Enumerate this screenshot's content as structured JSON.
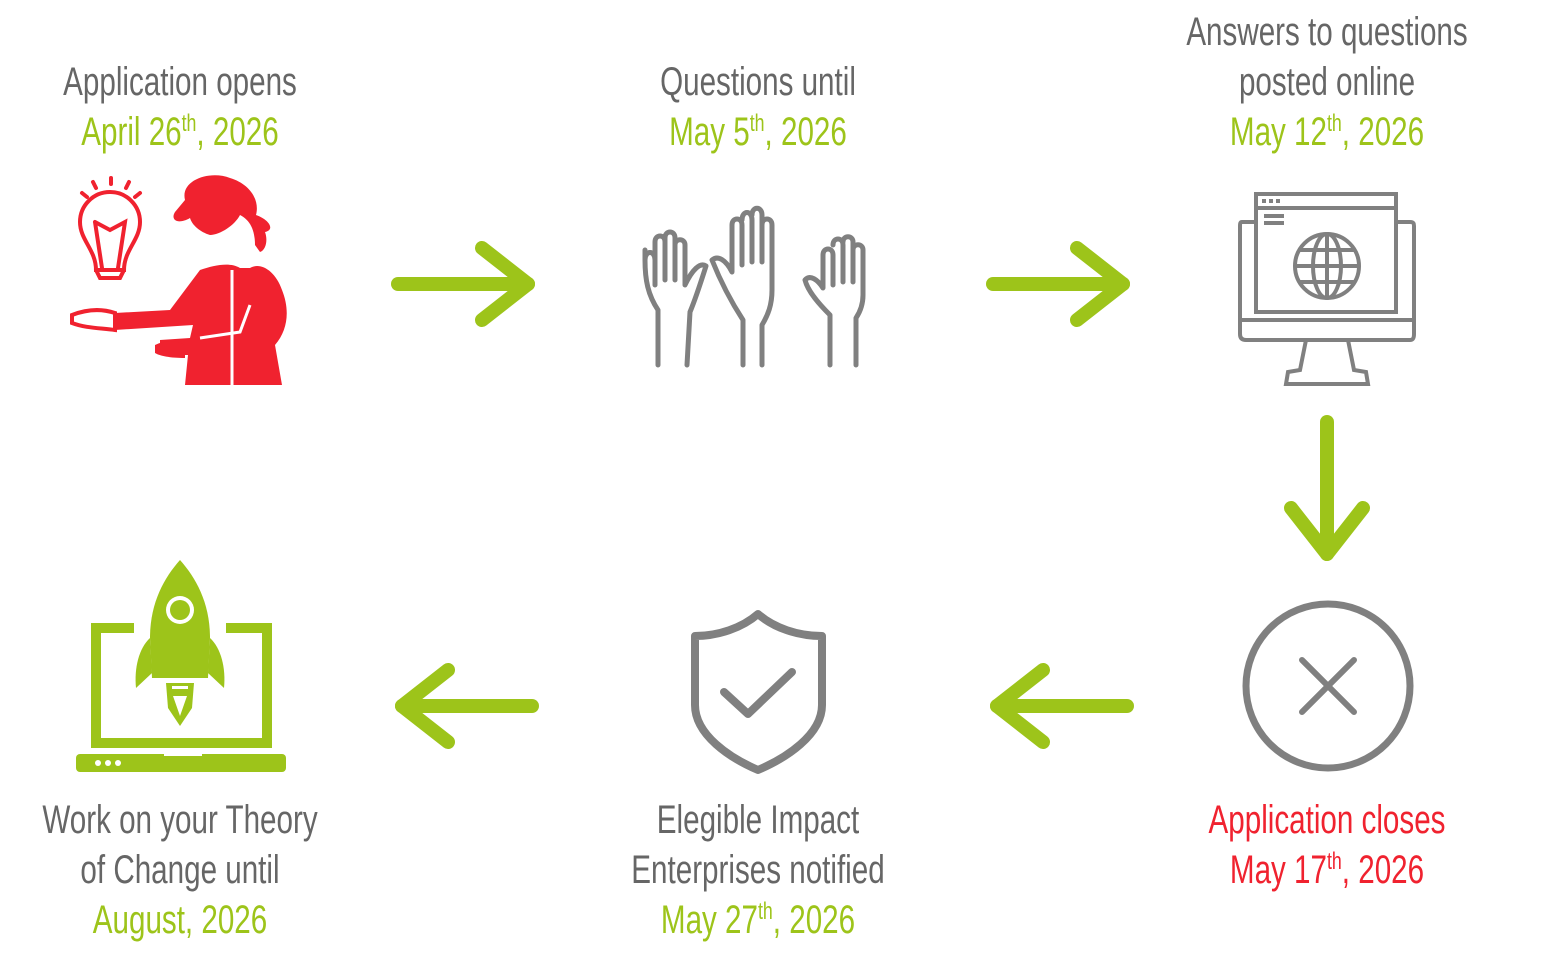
{
  "colors": {
    "green": "#9dc41a",
    "red": "#f0222f",
    "gray_text": "#666666",
    "gray_icon": "#808080"
  },
  "steps": [
    {
      "lines": [
        "Application opens"
      ],
      "date": {
        "main": "April 26",
        "sup": "th",
        "rest": ", 2026"
      },
      "icon": "person-idea-icon"
    },
    {
      "lines": [
        "Questions until"
      ],
      "date": {
        "main": "May 5",
        "sup": "th",
        "rest": ", 2026"
      },
      "icon": "raised-hands-icon"
    },
    {
      "lines": [
        "Answers to questions",
        "posted online"
      ],
      "date": {
        "main": "May 12",
        "sup": "th",
        "rest": ", 2026"
      },
      "icon": "web-monitor-icon"
    },
    {
      "lines": [
        "Application closes"
      ],
      "date": {
        "main": "May 17",
        "sup": "th",
        "rest": ", 2026"
      },
      "icon": "close-circle-icon"
    },
    {
      "lines": [
        "Elegible Impact",
        "Enterprises notified"
      ],
      "date": {
        "main": "May 27",
        "sup": "th",
        "rest": ", 2026"
      },
      "icon": "shield-check-icon"
    },
    {
      "lines": [
        "Work on your Theory",
        "of Change until"
      ],
      "date": {
        "main": "August, 2026",
        "sup": "",
        "rest": ""
      },
      "icon": "rocket-laptop-icon"
    }
  ]
}
